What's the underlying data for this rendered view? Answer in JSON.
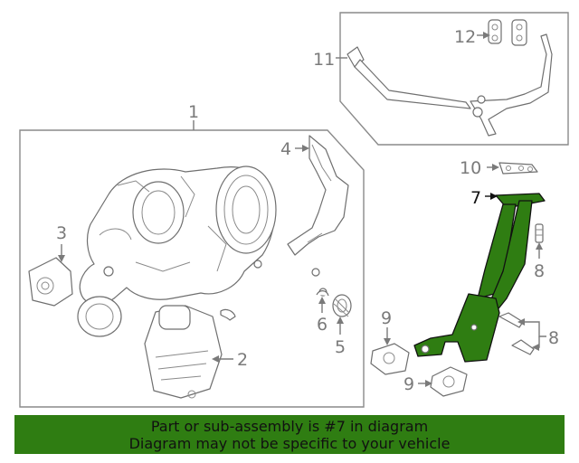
{
  "callouts": [
    {
      "id": "1",
      "label": "1"
    },
    {
      "id": "2",
      "label": "2"
    },
    {
      "id": "3",
      "label": "3"
    },
    {
      "id": "4",
      "label": "4"
    },
    {
      "id": "5",
      "label": "5"
    },
    {
      "id": "6",
      "label": "6"
    },
    {
      "id": "7",
      "label": "7"
    },
    {
      "id": "8a",
      "label": "8"
    },
    {
      "id": "8b",
      "label": "8"
    },
    {
      "id": "9a",
      "label": "9"
    },
    {
      "id": "9b",
      "label": "9"
    },
    {
      "id": "10",
      "label": "10"
    },
    {
      "id": "11",
      "label": "11"
    },
    {
      "id": "12",
      "label": "12"
    }
  ],
  "highlight": {
    "part": "7",
    "color": "#2f7d12"
  },
  "banner": {
    "line1": "Part or sub-assembly is #7 in diagram",
    "line2": "Diagram may not be specific to your vehicle",
    "color": "#2f7d12"
  }
}
